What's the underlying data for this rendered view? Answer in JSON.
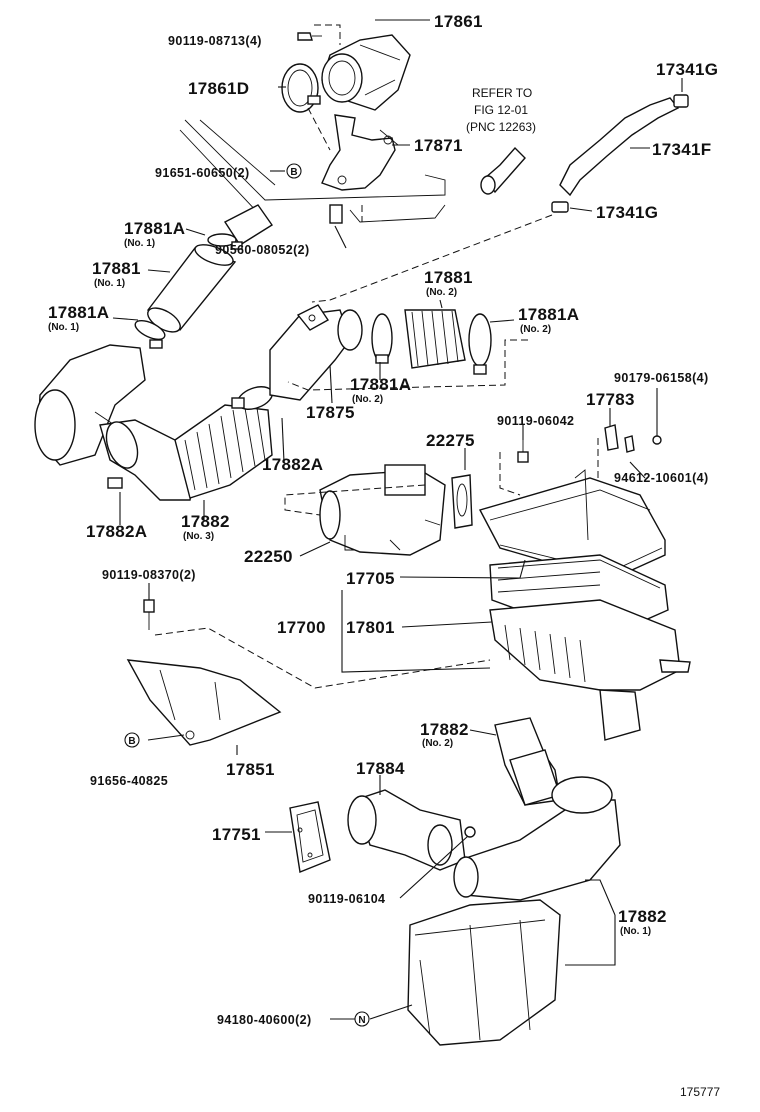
{
  "labels": {
    "p17861": "17861",
    "p90119_08713": "90119-08713(4)",
    "p17861D": "17861D",
    "p17341G_top": "17341G",
    "refer_line1": "REFER TO",
    "refer_line2": "FIG 12-01",
    "refer_line3": "(PNC 12263)",
    "p17341F": "17341F",
    "p17871": "17871",
    "p91651": "91651-60650(2)",
    "p17341G_bot": "17341G",
    "p17881A_1": "17881A",
    "p17881A_1_sub": "(No. 1)",
    "p90560": "90560-08052(2)",
    "p17881_1": "17881",
    "p17881_1_sub": "(No. 1)",
    "p17881_2": "17881",
    "p17881_2_sub": "(No. 2)",
    "p17881A_l": "17881A",
    "p17881A_l_sub": "(No. 1)",
    "p17881A_r": "17881A",
    "p17881A_r_sub": "(No. 2)",
    "p17881A_m": "17881A",
    "p17881A_m_sub": "(No. 2)",
    "p17875": "17875",
    "p90179": "90179-06158(4)",
    "p17783": "17783",
    "p90119_06042": "90119-06042",
    "p22275": "22275",
    "p17882A_m": "17882A",
    "p94612": "94612-10601(4)",
    "p17882A_l": "17882A",
    "p17882_3": "17882",
    "p17882_3_sub": "(No. 3)",
    "p22250": "22250",
    "p90119_08370": "90119-08370(2)",
    "p17705": "17705",
    "p17700": "17700",
    "p17801": "17801",
    "p17882_2": "17882",
    "p17882_2_sub": "(No. 2)",
    "p91656": "91656-40825",
    "p17851": "17851",
    "p17884": "17884",
    "p17751": "17751",
    "p90119_06104": "90119-06104",
    "p17882_1": "17882",
    "p17882_1_sub": "(No. 1)",
    "p94180": "94180-40600(2)",
    "fig_no": "175777"
  },
  "symbols": {
    "b_mark": "B",
    "n_mark": "N"
  }
}
